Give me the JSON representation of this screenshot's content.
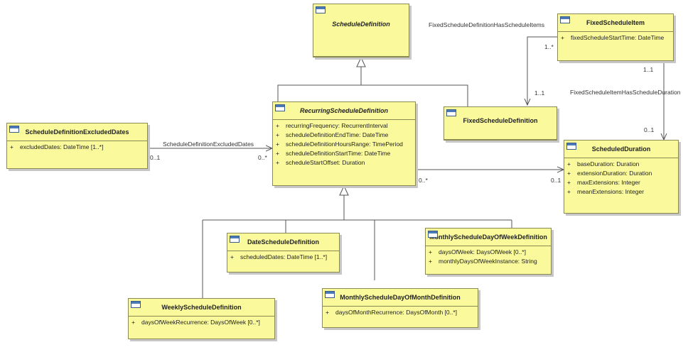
{
  "classes": {
    "schedule_definition": {
      "name": "ScheduleDefinition",
      "attributes": []
    },
    "recurring": {
      "name": "RecurringScheduleDefinition",
      "attributes": [
        {
          "vis": "+",
          "text": "recurringFrequency: RecurrentInterval"
        },
        {
          "vis": "+",
          "text": "scheduleDefinitionEndTime: DateTime"
        },
        {
          "vis": "+",
          "text": "scheduleDefinitionHoursRange: TimePeriod"
        },
        {
          "vis": "+",
          "text": "scheduleDefinitionStartTime: DateTime"
        },
        {
          "vis": "+",
          "text": "scheduleStartOffset: Duration"
        }
      ]
    },
    "excluded": {
      "name": "ScheduleDefinitionExcludedDates",
      "attributes": [
        {
          "vis": "+",
          "text": "excludedDates: DateTime [1..*]"
        }
      ]
    },
    "fixed_item": {
      "name": "FixedScheduleItem",
      "attributes": [
        {
          "vis": "+",
          "text": "fixedScheduleStartTime: DateTime"
        }
      ]
    },
    "fixed_def": {
      "name": "FixedScheduleDefinition",
      "attributes": []
    },
    "duration": {
      "name": "ScheduledDuration",
      "attributes": [
        {
          "vis": "+",
          "text": "baseDuration: Duration"
        },
        {
          "vis": "+",
          "text": "extensionDuration: Duration"
        },
        {
          "vis": "+",
          "text": "maxExtensions: Integer"
        },
        {
          "vis": "+",
          "text": "meanExtensions: Integer"
        }
      ]
    },
    "date_sched": {
      "name": "DateScheduleDefinition",
      "attributes": [
        {
          "vis": "+",
          "text": "scheduledDates: DateTime [1..*]"
        }
      ]
    },
    "monthly_week": {
      "name": "MonthlyScheduleDayOfWeekDefinition",
      "attributes": [
        {
          "vis": "+",
          "text": "daysOfWeek: DaysOfWeek [0..*]"
        },
        {
          "vis": "+",
          "text": "monthlyDaysOfWeekInstance: String"
        }
      ]
    },
    "weekly": {
      "name": "WeeklyScheduleDefinition",
      "attributes": [
        {
          "vis": "+",
          "text": "daysOfWeekRecurrence: DaysOfWeek [0..*]"
        }
      ]
    },
    "monthly_month": {
      "name": "MonthlyScheduleDayOfMonthDefinition",
      "attributes": [
        {
          "vis": "+",
          "text": "daysOfMonthRecurrence: DaysOfMonth [0..*]"
        }
      ]
    }
  },
  "associations": {
    "excluded_dates": {
      "name": "ScheduleDefinitionExcludedDates",
      "mult_a": "0..1",
      "mult_b": "0..*"
    },
    "has_items": {
      "name": "FixedScheduleDefinitionHasScheduleItems",
      "mult_a": "1..*",
      "mult_b": "1..1"
    },
    "has_duration": {
      "name": "FixedScheduleItemHasScheduleDuration",
      "mult_a": "1..1",
      "mult_b": "0..1"
    },
    "recurring_duration": {
      "mult_a": "0..*",
      "mult_b": "0..1"
    }
  },
  "colors": {
    "class_fill": "#fafa9d",
    "class_border": "#8a8a52",
    "line": "#555555"
  }
}
